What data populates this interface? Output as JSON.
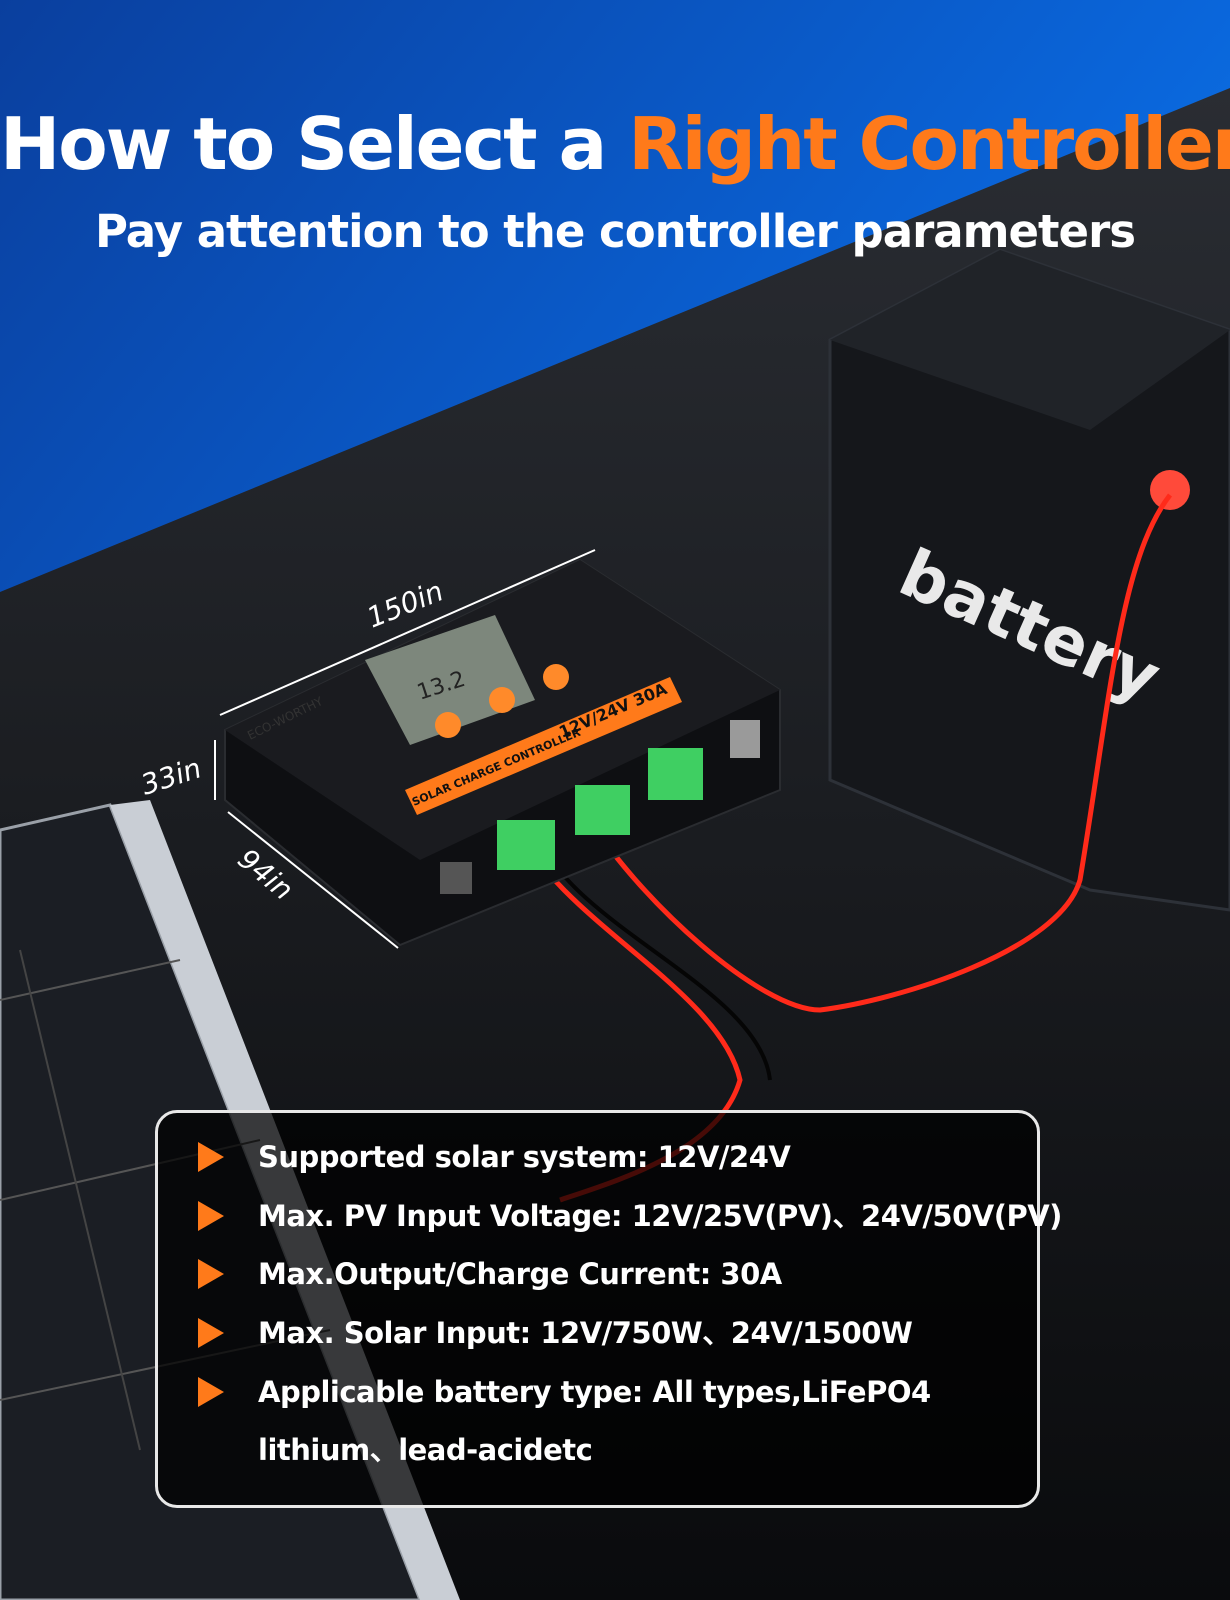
{
  "header": {
    "title_prefix": "How to Select a ",
    "title_highlight": "Right Controller",
    "subtitle": "Pay attention to the controller parameters"
  },
  "dimensions": {
    "length": "150in",
    "height": "33in",
    "width": "94in"
  },
  "product": {
    "brand": "ECO-WORTHY",
    "model_label": "12V/24V 30A",
    "type_label": "SOLAR CHARGE CONTROLLER",
    "lcd_reading": "13.2",
    "battery_label": "battery"
  },
  "specs": [
    {
      "text": "Supported solar system: 12V/24V"
    },
    {
      "text": "Max. PV Input Voltage: 12V/25V(PV)、24V/50V(PV)"
    },
    {
      "text": "Max.Output/Charge Current: 30A"
    },
    {
      "text": "Max. Solar Input: 12V/750W、24V/1500W"
    },
    {
      "text": "Applicable battery type: All types,LiFePO4"
    },
    {
      "text": "lithium、lead-acidetc"
    }
  ],
  "colors": {
    "accent": "#ff7a1a",
    "background_blue": "#0b5fd6",
    "terminal_green": "#3fcf62",
    "wire_red": "#ff2a1a"
  }
}
